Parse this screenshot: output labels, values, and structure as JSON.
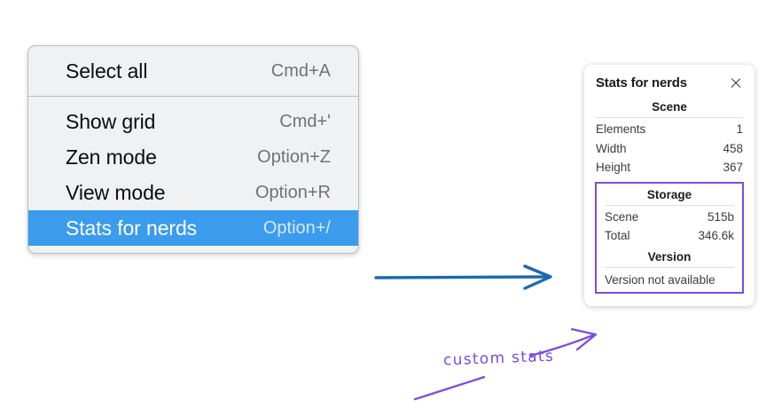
{
  "context_menu": {
    "name": "canvas-context-menu",
    "sections": [
      {
        "items": [
          {
            "label": "Select all",
            "shortcut": "Cmd+A",
            "selected": false
          }
        ]
      },
      {
        "items": [
          {
            "label": "Show grid",
            "shortcut": "Cmd+'",
            "selected": false
          },
          {
            "label": "Zen mode",
            "shortcut": "Option+Z",
            "selected": false
          },
          {
            "label": "View mode",
            "shortcut": "Option+R",
            "selected": false
          },
          {
            "label": "Stats for nerds",
            "shortcut": "Option+/",
            "selected": true
          }
        ]
      }
    ]
  },
  "stats_panel": {
    "title": "Stats for nerds",
    "close_icon": "close-icon",
    "groups": [
      {
        "title": "Scene",
        "boxed": false,
        "rows": [
          {
            "key": "Elements",
            "value": "1"
          },
          {
            "key": "Width",
            "value": "458"
          },
          {
            "key": "Height",
            "value": "367"
          }
        ]
      },
      {
        "title": "Storage",
        "boxed": true,
        "rows": [
          {
            "key": "Scene",
            "value": "515b"
          },
          {
            "key": "Total",
            "value": "346.6k"
          }
        ]
      },
      {
        "title": "Version",
        "boxed": true,
        "plain_rows": [
          "Version not available"
        ]
      }
    ]
  },
  "annotations": {
    "handwritten_note": "custom stats",
    "arrow_blue_color": "#1c6aad",
    "arrow_purple_color": "#7c4ddb"
  },
  "colors": {
    "menu_background": "#f0f1f3",
    "menu_border": "#b6bdc6",
    "menu_highlight": "#3b9bec",
    "panel_background": "#ffffff",
    "accent_purple": "#7c4ddb",
    "accent_blue": "#1c6aad"
  }
}
